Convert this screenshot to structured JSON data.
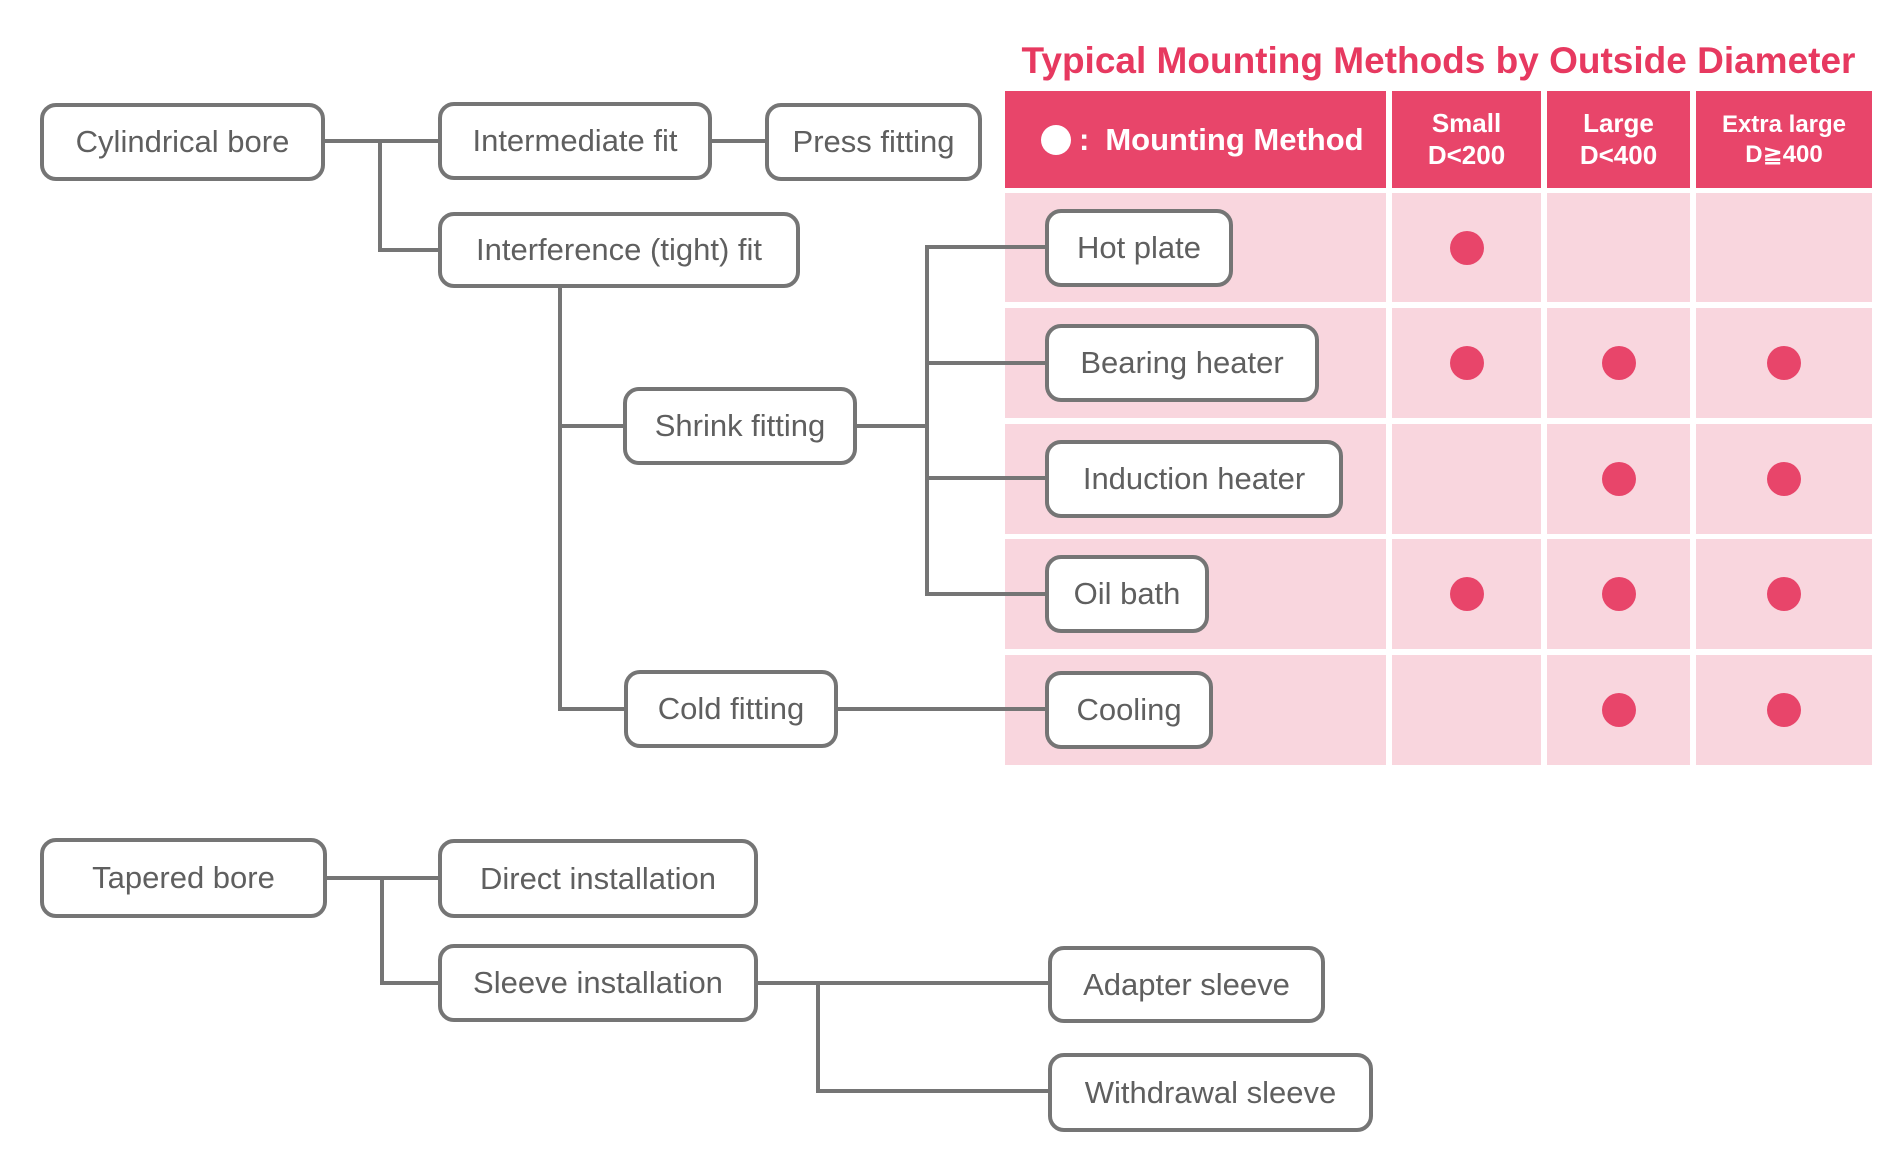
{
  "title": "Typical Mounting Methods by Outside Diameter",
  "table": {
    "legend": {
      "bullet": "mounting-method-dot",
      "separator": ":",
      "label": "Mounting Method"
    },
    "columns": [
      {
        "line1": "Small",
        "line2": "D<200"
      },
      {
        "line1": "Large",
        "line2": "D<400"
      },
      {
        "line1": "Extra large",
        "line2": "D≧400"
      }
    ],
    "rows": [
      {
        "method": "Hot plate",
        "small": true,
        "large": false,
        "extra_large": false
      },
      {
        "method": "Bearing heater",
        "small": true,
        "large": true,
        "extra_large": true
      },
      {
        "method": "Induction heater",
        "small": false,
        "large": true,
        "extra_large": true
      },
      {
        "method": "Oil bath",
        "small": true,
        "large": true,
        "extra_large": true
      },
      {
        "method": "Cooling",
        "small": false,
        "large": true,
        "extra_large": true
      }
    ]
  },
  "flowchart": {
    "nodes": {
      "cylindrical-bore": "Cylindrical bore",
      "intermediate-fit": "Intermediate fit",
      "press-fitting": "Press fitting",
      "interference-fit": "Interference (tight) fit",
      "shrink-fitting": "Shrink fitting",
      "cold-fitting": "Cold fitting",
      "tapered-bore": "Tapered bore",
      "direct-installation": "Direct installation",
      "sleeve-installation": "Sleeve installation",
      "adapter-sleeve": "Adapter sleeve",
      "withdrawal-sleeve": "Withdrawal sleeve"
    }
  },
  "colors": {
    "accent_pink": "#e8456a",
    "light_pink": "#f9d6de",
    "title_pink": "#e73960",
    "line_gray": "#757575",
    "text_gray": "#5f5f5f"
  }
}
